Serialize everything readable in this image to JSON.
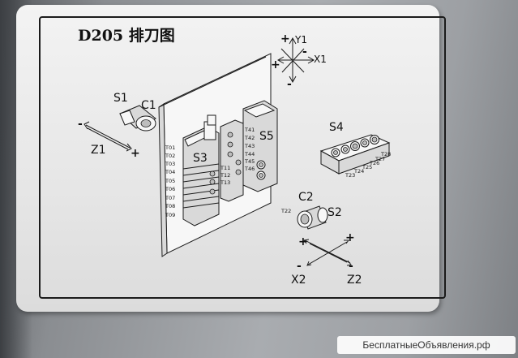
{
  "title": "D205 排刀图",
  "axes_top": {
    "y_label": "Y1",
    "x_label": "X1",
    "signs": [
      "+",
      "-",
      "+",
      "-"
    ]
  },
  "axes_bottom": {
    "x_label": "X2",
    "z_label": "Z2",
    "signs": [
      "+",
      "+",
      "-",
      "-"
    ]
  },
  "z1": {
    "label": "Z1",
    "minus": "-",
    "plus": "+"
  },
  "spindles": {
    "s1": "S1",
    "c1": "C1",
    "c2": "C2",
    "s2": "S2"
  },
  "stations": {
    "s3": "S3",
    "s4": "S4",
    "s5": "S5"
  },
  "tools_left": [
    "T01",
    "T02",
    "T03",
    "T04",
    "T05",
    "T06",
    "T07",
    "T08",
    "T09"
  ],
  "tools_mid": [
    "T11",
    "T12",
    "T13"
  ],
  "tools_s5": [
    "T41",
    "T42",
    "T43",
    "T44",
    "T45",
    "T46"
  ],
  "tools_s4": [
    "T23",
    "T24",
    "T25",
    "T26",
    "T27",
    "T28"
  ],
  "tool_s2": "T22",
  "watermark": "БесплатныеОбъявления.рф",
  "colors": {
    "ink": "#1b1b1b",
    "plate": "#eeeeee",
    "background": "#9da0a4"
  }
}
